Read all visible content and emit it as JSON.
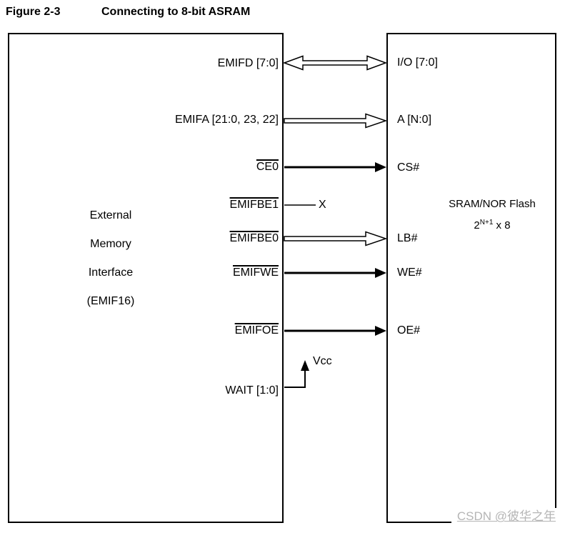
{
  "figure": {
    "label": "Figure 2-3",
    "title": "Connecting to 8-bit ASRAM"
  },
  "emif_block": {
    "name_lines": [
      "External",
      "Memory",
      "Interface",
      "(EMIF16)"
    ]
  },
  "memory_block": {
    "name": "SRAM/NOR Flash",
    "size_base": "2",
    "size_exponent": "N+1",
    "size_suffix": " x 8"
  },
  "signals": {
    "emifd": {
      "left_label": "EMIFD [7:0]",
      "right_label": "I/O [7:0]",
      "connection": "bidirectional-bus"
    },
    "emifa": {
      "left_label": "EMIFA [21:0, 23, 22]",
      "right_label": "A [N:0]",
      "connection": "bus"
    },
    "ce0": {
      "left_label": "CE0",
      "overline": true,
      "right_label": "CS#",
      "connection": "line"
    },
    "emifbe1": {
      "left_label": "EMIFBE1",
      "overline": true,
      "nc_marker": "X",
      "connection": "not-connected"
    },
    "emifbe0": {
      "left_label": "EMIFBE0",
      "overline": true,
      "right_label": "LB#",
      "connection": "bus"
    },
    "emifwe": {
      "left_label": "EMIFWE",
      "overline": true,
      "right_label": "WE#",
      "connection": "line"
    },
    "emifoe": {
      "left_label": "EMIFOE",
      "overline": true,
      "right_label": "OE#",
      "connection": "line"
    },
    "wait": {
      "left_label": "WAIT [1:0]",
      "pullup_label": "Vcc",
      "connection": "pull-up"
    }
  },
  "watermark": {
    "text": "CSDN @彼华之年"
  },
  "colors": {
    "diagram_line": "#000000",
    "watermark_text": "#b5b5b5",
    "background": "#ffffff"
  }
}
